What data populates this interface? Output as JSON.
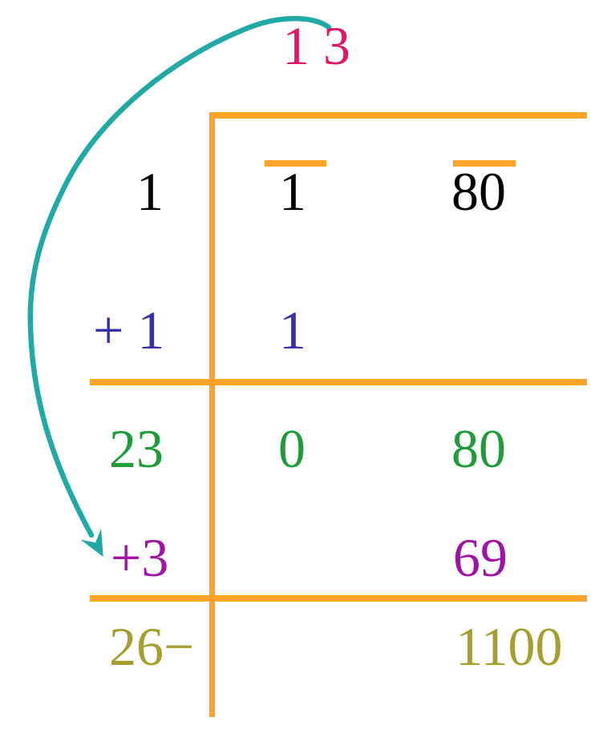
{
  "colors": {
    "orange": "#FFA428",
    "teal": "#21AAA5",
    "pink": "#DE1768",
    "black": "#000000",
    "blue": "#3730AC",
    "green": "#1E9C3A",
    "purple": "#A112A6",
    "olive": "#A49F2E"
  },
  "quotient": "1 3",
  "cells": {
    "r1_left": "1",
    "r1_mid": "1",
    "r1_right": "80",
    "r2_left": "+ 1",
    "r2_mid": "1",
    "r3_left": "23",
    "r3_mid": "0",
    "r3_right": "80",
    "r4_left": "+3",
    "r4_right": "69",
    "r5_left": "26−",
    "r5_right": "1100"
  }
}
